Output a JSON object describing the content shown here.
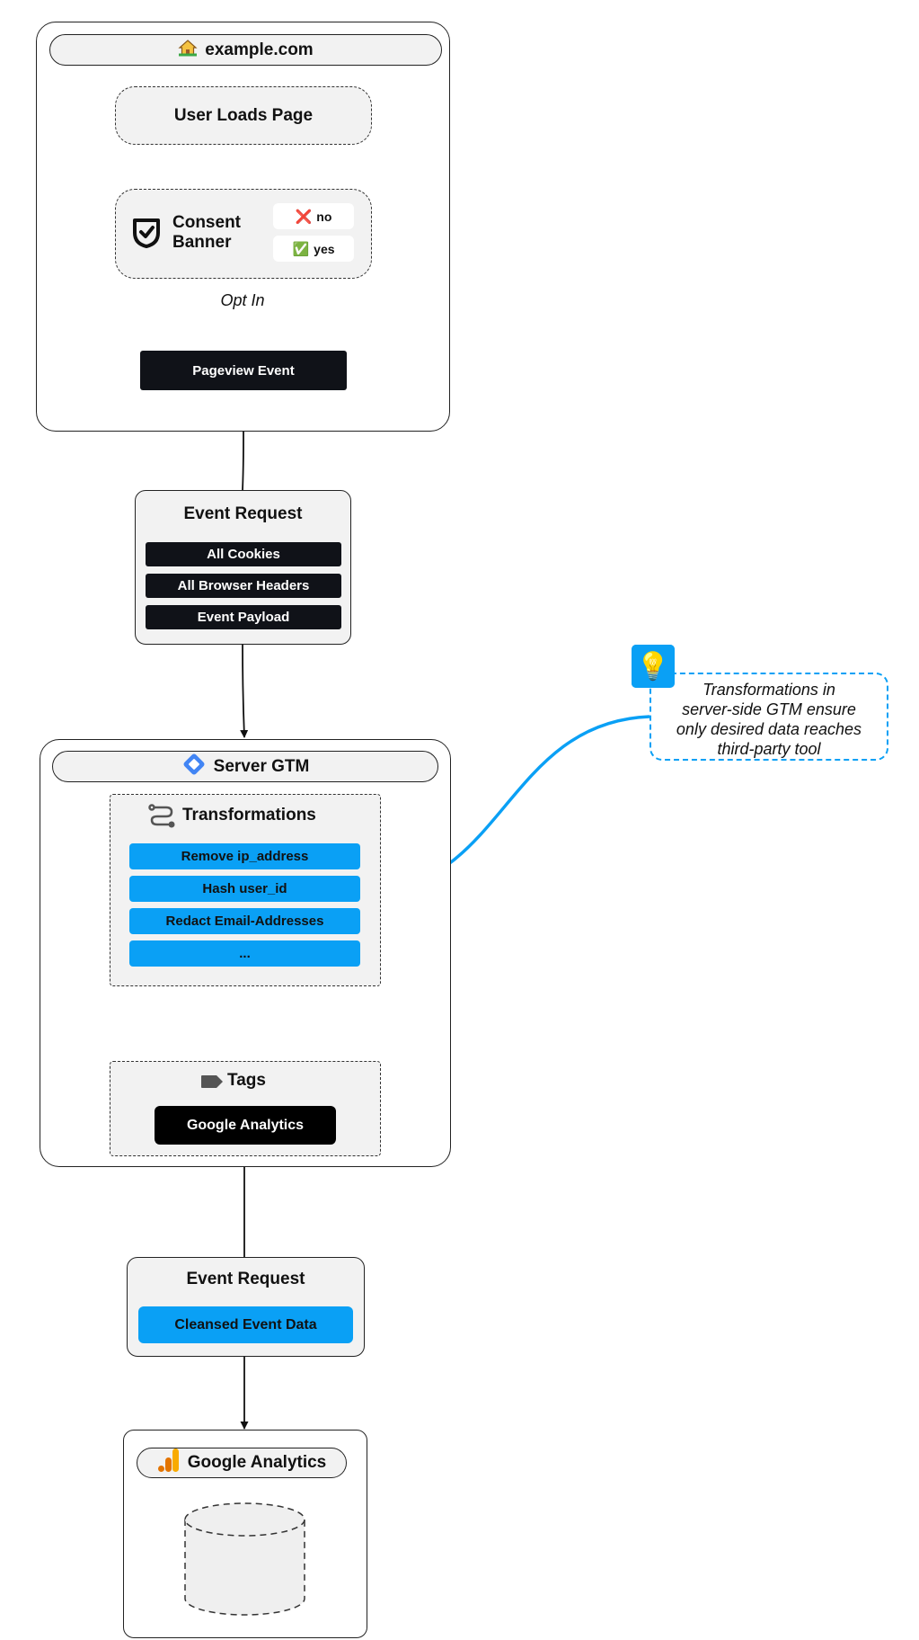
{
  "site": {
    "icon": "house-icon",
    "title": "example.com"
  },
  "user_loads": "User Loads Page",
  "consent": {
    "icon": "shield-check-icon",
    "title_line1": "Consent",
    "title_line2": "Banner",
    "no": {
      "icon": "cross-mark-icon",
      "glyph": "❌",
      "label": "no"
    },
    "yes": {
      "icon": "check-mark-icon",
      "glyph": "✅",
      "label": "yes"
    }
  },
  "opt_in": "Opt In",
  "pageview": "Pageview Event",
  "event_request_1": {
    "title": "Event Request",
    "items": [
      "All Cookies",
      "All Browser Headers",
      "Event Payload"
    ]
  },
  "server_gtm": {
    "icon": "gtm-diamond-icon",
    "title": "Server GTM"
  },
  "transformations": {
    "icon": "route-icon",
    "title": "Transformations",
    "items": [
      "Remove ip_address",
      "Hash user_id",
      "Redact Email-Addresses",
      "..."
    ]
  },
  "tags": {
    "icon": "tag-icon",
    "title": "Tags",
    "google_analytics": "Google Analytics"
  },
  "event_request_2": {
    "title": "Event Request",
    "item": "Cleansed Event Data"
  },
  "ga_destination": {
    "icon": "analytics-bars-icon",
    "title": "Google Analytics",
    "storage_icon": "database-cylinder-icon"
  },
  "note": {
    "icon": "lightbulb-icon",
    "glyph": "💡",
    "line1": "Transformations in",
    "line2": "server-side GTM ensure",
    "line3": "only desired data reaches",
    "line4": "third-party tool"
  },
  "colors": {
    "accent_blue": "#0aa0f5",
    "dark": "#101218",
    "panel_grey": "#f2f2f2"
  }
}
